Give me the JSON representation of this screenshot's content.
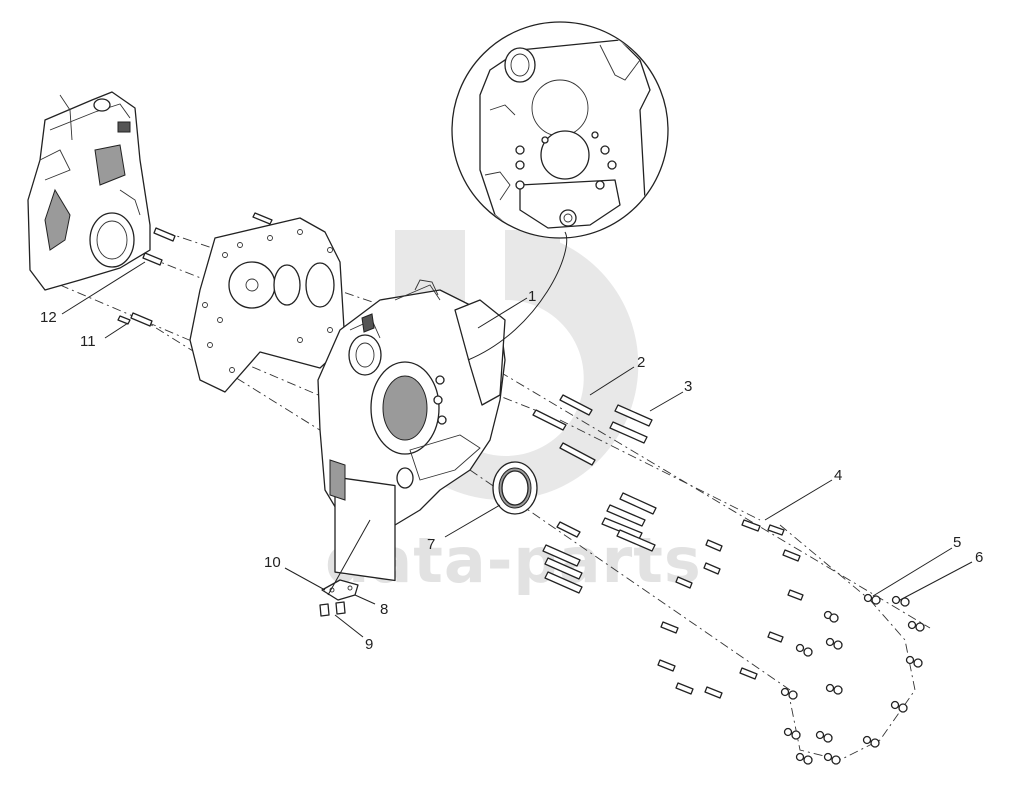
{
  "watermark": {
    "text": "data-parts",
    "color": "#d9d9d9"
  },
  "callouts": [
    {
      "id": "1",
      "text": "1"
    },
    {
      "id": "2",
      "text": "2"
    },
    {
      "id": "3",
      "text": "3"
    },
    {
      "id": "4",
      "text": "4"
    },
    {
      "id": "5",
      "text": "5"
    },
    {
      "id": "6",
      "text": "6"
    },
    {
      "id": "7",
      "text": "7"
    },
    {
      "id": "8",
      "text": "8"
    },
    {
      "id": "9",
      "text": "9"
    },
    {
      "id": "10",
      "text": "10"
    },
    {
      "id": "11",
      "text": "11"
    },
    {
      "id": "12",
      "text": "12"
    }
  ],
  "colors": {
    "line": "#222222",
    "background": "#ffffff"
  }
}
